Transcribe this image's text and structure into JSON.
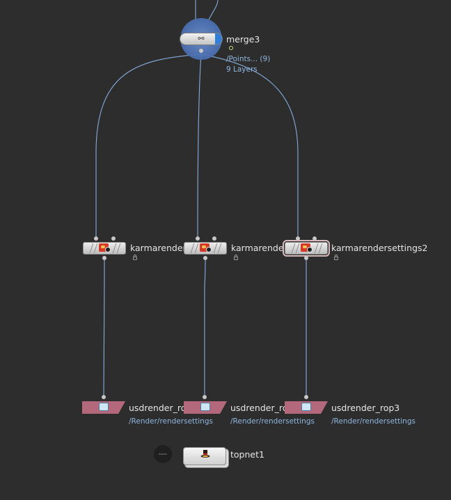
{
  "network": {
    "merge": {
      "name": "merge3",
      "primitive_path": "/Points... (9)",
      "layer_count": "9 Layers",
      "icon": "merge-icon"
    },
    "karma_nodes": [
      {
        "name": "karmarendersettings",
        "icon": "karma-icon"
      },
      {
        "name": "karmarendersettings1",
        "icon": "karma-icon"
      },
      {
        "name": "karmarendersettings2",
        "icon": "karma-icon"
      }
    ],
    "rop_nodes": [
      {
        "name": "usdrender_rop1",
        "settings_path": "/Render/rendersettings",
        "icon": "usd-render-icon"
      },
      {
        "name": "usdrender_rop2",
        "settings_path": "/Render/rendersettings",
        "icon": "usd-render-icon"
      },
      {
        "name": "usdrender_rop3",
        "settings_path": "/Render/rendersettings",
        "icon": "usd-render-icon"
      }
    ],
    "topnet": {
      "name": "topnet1",
      "icon": "top-hat-icon"
    }
  },
  "colors": {
    "background": "#2d2d2d",
    "wire": "#7fa2cf",
    "merge_highlight": "#4f74b6",
    "rop_node": "#b3687c",
    "karma_icon": "#d63a26",
    "label_text": "#e6e6e6",
    "sub_text": "#8fb6e0"
  }
}
